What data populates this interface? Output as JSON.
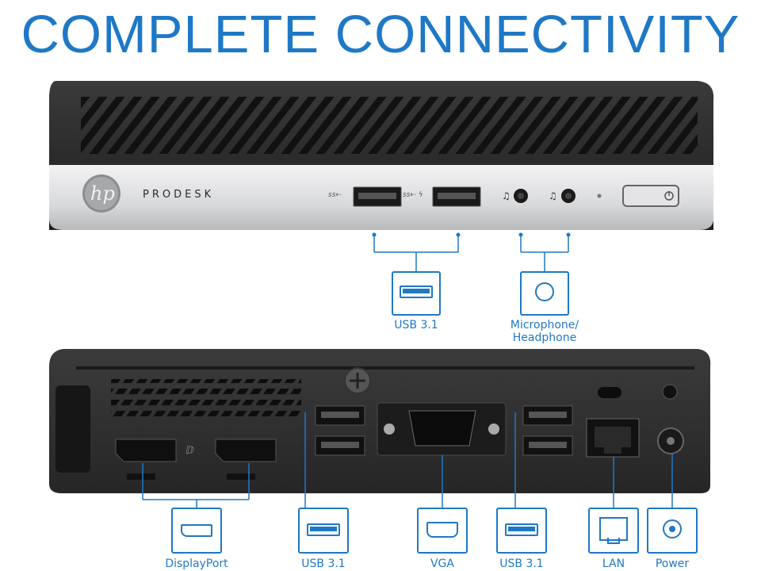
{
  "title": "COMPLETE CONNECTIVITY",
  "front_panel": {
    "brand": "PRODESK",
    "logo_text": "hp",
    "port_marks": {
      "usb_left": "ss⇠",
      "usb_right": "ss⇠ ϟ"
    }
  },
  "labels": {
    "front_usb": "USB 3.1",
    "front_audio": "Microphone/\nHeadphone",
    "displayport": "DisplayPort",
    "rear_usb_left": "USB 3.1",
    "vga": "VGA",
    "rear_usb_right": "USB 3.1",
    "lan": "LAN",
    "power": "Power"
  },
  "colors": {
    "accent": "#1f78c6",
    "chassis": "#2b2b2b",
    "silver": "#d7d8da"
  }
}
